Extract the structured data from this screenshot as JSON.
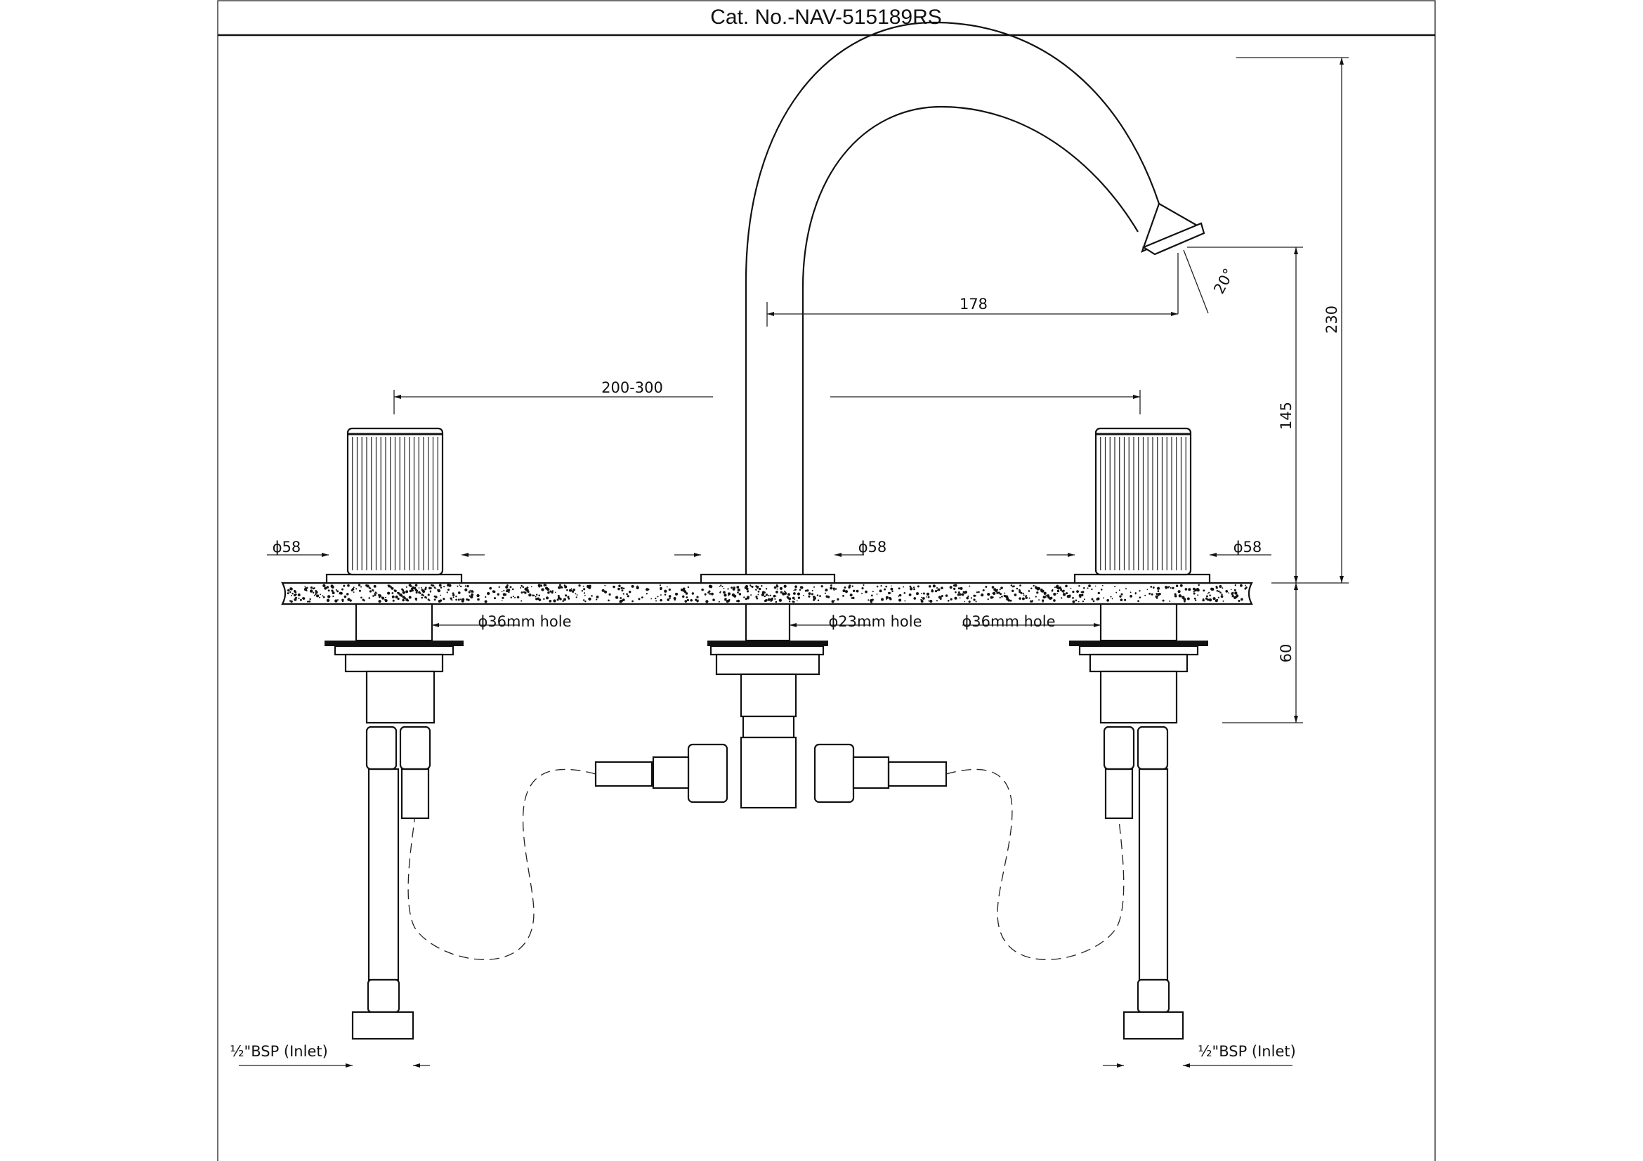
{
  "title": "Cat. No.-NAV-515189RS",
  "dimensions": {
    "spout_reach": "178",
    "handle_spacing": "200-300",
    "angle": "20°",
    "overall_height": "230",
    "spout_height": "145",
    "below_counter": "60",
    "left_base_dia": "ϕ58",
    "center_base_dia": "ϕ58",
    "right_base_dia": "ϕ58",
    "left_hole": "ϕ36mm hole",
    "center_hole": "ϕ23mm hole",
    "right_hole": "ϕ36mm hole",
    "left_inlet": "½\"BSP (Inlet)",
    "right_inlet": "½\"BSP (Inlet)"
  }
}
